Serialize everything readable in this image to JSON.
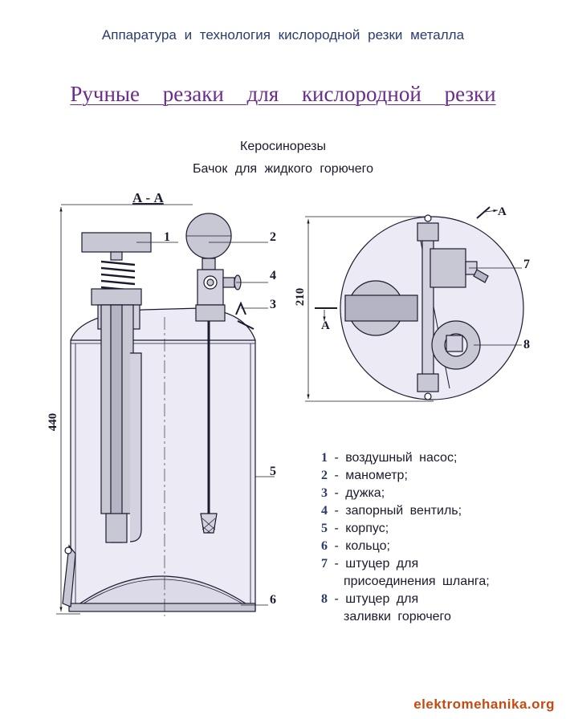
{
  "header": {
    "title": "Аппаратура и технология кислородной резки металла"
  },
  "subtitle": {
    "text": "Ручные резаки для кислородной резки"
  },
  "section": {
    "name": "Керосинорезы",
    "caption": "Бачок для жидкого горючего"
  },
  "drawing": {
    "section_label": "А - А",
    "height_dim": "440",
    "diameter_dim": "210",
    "cut_label": "А",
    "callouts": [
      "1",
      "2",
      "3",
      "4",
      "5",
      "6",
      "7",
      "8"
    ]
  },
  "legend": {
    "items": [
      {
        "num": "1",
        "text": "- воздушный насос;"
      },
      {
        "num": "2",
        "text": "- манометр;"
      },
      {
        "num": "3",
        "text": "- дужка;"
      },
      {
        "num": "4",
        "text": "- запорный вентиль;"
      },
      {
        "num": "5",
        "text": "- корпус;"
      },
      {
        "num": "6",
        "text": "- кольцо;"
      },
      {
        "num": "7",
        "text": "- штуцер для",
        "cont": "присоединения шланга;"
      },
      {
        "num": "8",
        "text": "- штуцер для",
        "cont": "заливки горючего"
      }
    ]
  },
  "watermark": {
    "text": "elektromehanika.org"
  },
  "colors": {
    "title_blue": "#2a3b6e",
    "subtitle_purple": "#6a2c8c",
    "fill_light": "#e8e8f0",
    "fill_gray": "#c8c8d4",
    "outline": "#1a1a2e",
    "watermark": "#c64a10"
  }
}
